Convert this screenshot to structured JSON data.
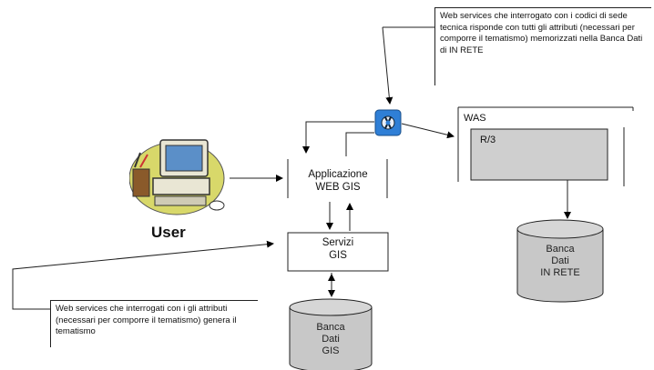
{
  "callouts": {
    "top": "Web services che interrogato con i codici di sede tecnica risponde con tutti gli attributi (necessari per comporre il tematismo) memorizzati nella Banca Dati di IN RETE",
    "bottom": "Web services che interrogati con i gli attributi (necessari per comporre il tematismo) genera il tematismo"
  },
  "nodes": {
    "app_line1": "Applicazione",
    "app_line2": "WEB GIS",
    "servizi_line1": "Servizi",
    "servizi_line2": "GIS",
    "was": "WAS",
    "r3": "R/3",
    "user": "User"
  },
  "databases": {
    "inrete": {
      "line1": "Banca",
      "line2": "Dati",
      "line3": "IN RETE"
    },
    "gis": {
      "line1": "Banca",
      "line2": "Dati",
      "line3": "GIS"
    }
  },
  "colors": {
    "db_fill": "#c8c8c8",
    "r3_fill": "#cfcfcf",
    "icon_blue": "#2f7fd6",
    "user_blob": "#d8d86a"
  },
  "icons": {
    "was_connector": "gear-tool-icon",
    "user": "computer-user-icon"
  }
}
